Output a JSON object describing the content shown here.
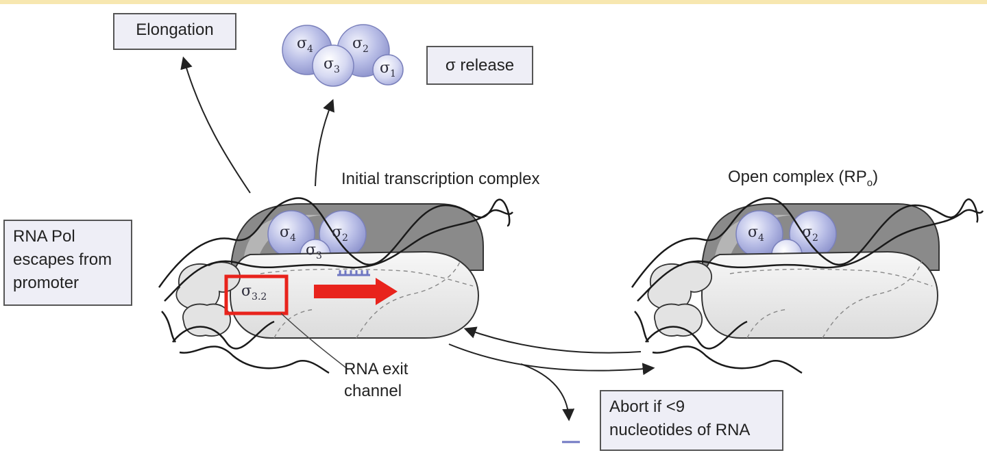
{
  "boxes": {
    "elongation": "Elongation",
    "sigma_release": "σ release",
    "escape_line1": "RNA Pol",
    "escape_line2": "escapes from",
    "escape_line3": "promoter",
    "abort_line1": "Abort if <9",
    "abort_line2": "nucleotides of RNA"
  },
  "labels": {
    "initial_complex": "Initial transcription complex",
    "open_complex": "Open complex (RP",
    "open_complex_sub": "o",
    "open_complex_close": ")",
    "rna_exit_line1": "RNA exit",
    "rna_exit_line2": "channel"
  },
  "sigma": {
    "symbol": "σ",
    "s1": "1",
    "s2": "2",
    "s3": "3",
    "s32": "3.2",
    "s4": "4"
  },
  "colors": {
    "sigma_fill": "#b8bde6",
    "polymerase_body": "#ececec",
    "polymerase_top": "#7f7f7f",
    "highlight": "#e8231c",
    "box_fill": "#eeeef6",
    "top_border": "#f7e7b0"
  }
}
